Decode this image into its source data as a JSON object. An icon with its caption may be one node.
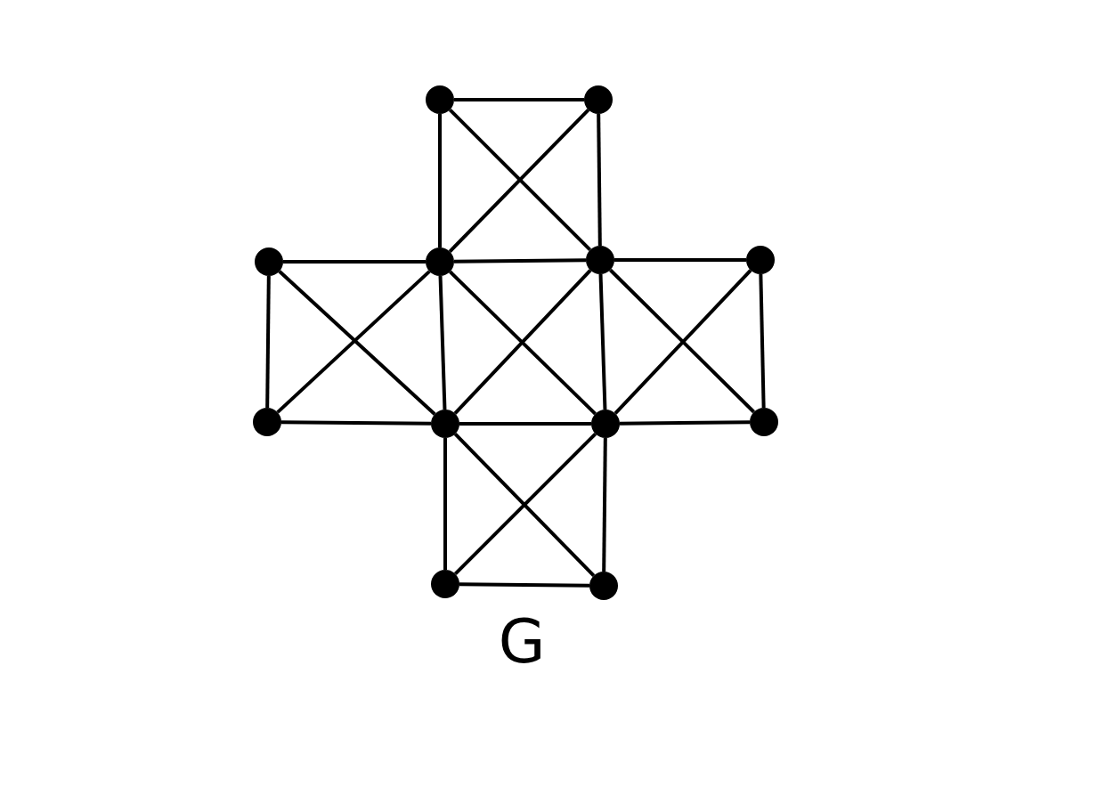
{
  "diagram": {
    "caption": "G",
    "nodes": [
      {
        "text": [],
        "shape": "circle"
      },
      {
        "text": [],
        "shape": "circle"
      },
      {
        "text": [],
        "shape": "circle"
      },
      {
        "text": [],
        "shape": "circle"
      },
      {
        "text": [],
        "shape": "circle"
      },
      {
        "text": [],
        "shape": "circle"
      },
      {
        "text": [],
        "shape": "circle"
      },
      {
        "text": [],
        "shape": "circle"
      },
      {
        "text": [],
        "shape": "circle"
      },
      {
        "text": [],
        "shape": "circle"
      },
      {
        "text": [],
        "shape": "circle"
      },
      {
        "text": [],
        "shape": "circle"
      }
    ],
    "edges": [
      {
        "from": 0,
        "to": 1,
        "arrow": "none"
      },
      {
        "from": 0,
        "to": 3,
        "arrow": "none"
      },
      {
        "from": 1,
        "to": 4,
        "arrow": "none"
      },
      {
        "from": 0,
        "to": 4,
        "arrow": "none"
      },
      {
        "from": 1,
        "to": 3,
        "arrow": "none"
      },
      {
        "from": 3,
        "to": 4,
        "arrow": "none"
      },
      {
        "from": 2,
        "to": 3,
        "arrow": "none"
      },
      {
        "from": 2,
        "to": 6,
        "arrow": "none"
      },
      {
        "from": 6,
        "to": 7,
        "arrow": "none"
      },
      {
        "from": 3,
        "to": 7,
        "arrow": "none"
      },
      {
        "from": 2,
        "to": 7,
        "arrow": "none"
      },
      {
        "from": 3,
        "to": 6,
        "arrow": "none"
      },
      {
        "from": 4,
        "to": 8,
        "arrow": "none"
      },
      {
        "from": 7,
        "to": 8,
        "arrow": "none"
      },
      {
        "from": 3,
        "to": 8,
        "arrow": "none"
      },
      {
        "from": 4,
        "to": 7,
        "arrow": "none"
      },
      {
        "from": 4,
        "to": 5,
        "arrow": "none"
      },
      {
        "from": 5,
        "to": 9,
        "arrow": "none"
      },
      {
        "from": 8,
        "to": 9,
        "arrow": "none"
      },
      {
        "from": 4,
        "to": 9,
        "arrow": "none"
      },
      {
        "from": 5,
        "to": 8,
        "arrow": "none"
      },
      {
        "from": 7,
        "to": 10,
        "arrow": "none"
      },
      {
        "from": 8,
        "to": 11,
        "arrow": "none"
      },
      {
        "from": 10,
        "to": 11,
        "arrow": "none"
      },
      {
        "from": 7,
        "to": 11,
        "arrow": "none"
      },
      {
        "from": 8,
        "to": 10,
        "arrow": "none"
      }
    ]
  }
}
